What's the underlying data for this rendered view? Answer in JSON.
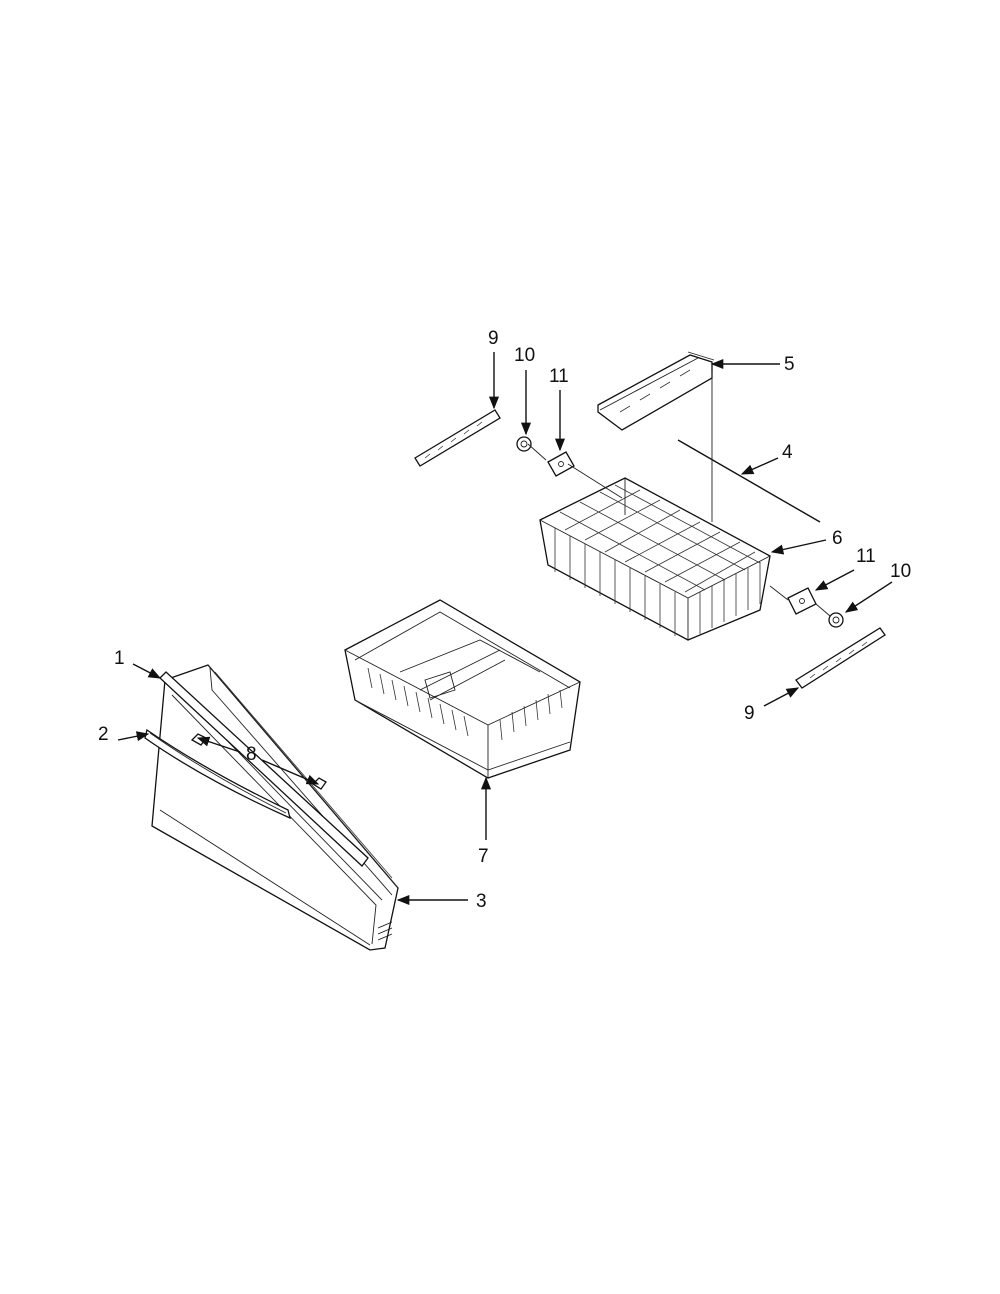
{
  "callouts": {
    "c1": "1",
    "c2": "2",
    "c3": "3",
    "c4": "4",
    "c5": "5",
    "c6": "6",
    "c7": "7",
    "c8": "8",
    "c9a": "9",
    "c9b": "9",
    "c10a": "10",
    "c10b": "10",
    "c11a": "11",
    "c11b": "11"
  },
  "colors": {
    "ink": "#111111",
    "background": "#ffffff"
  }
}
